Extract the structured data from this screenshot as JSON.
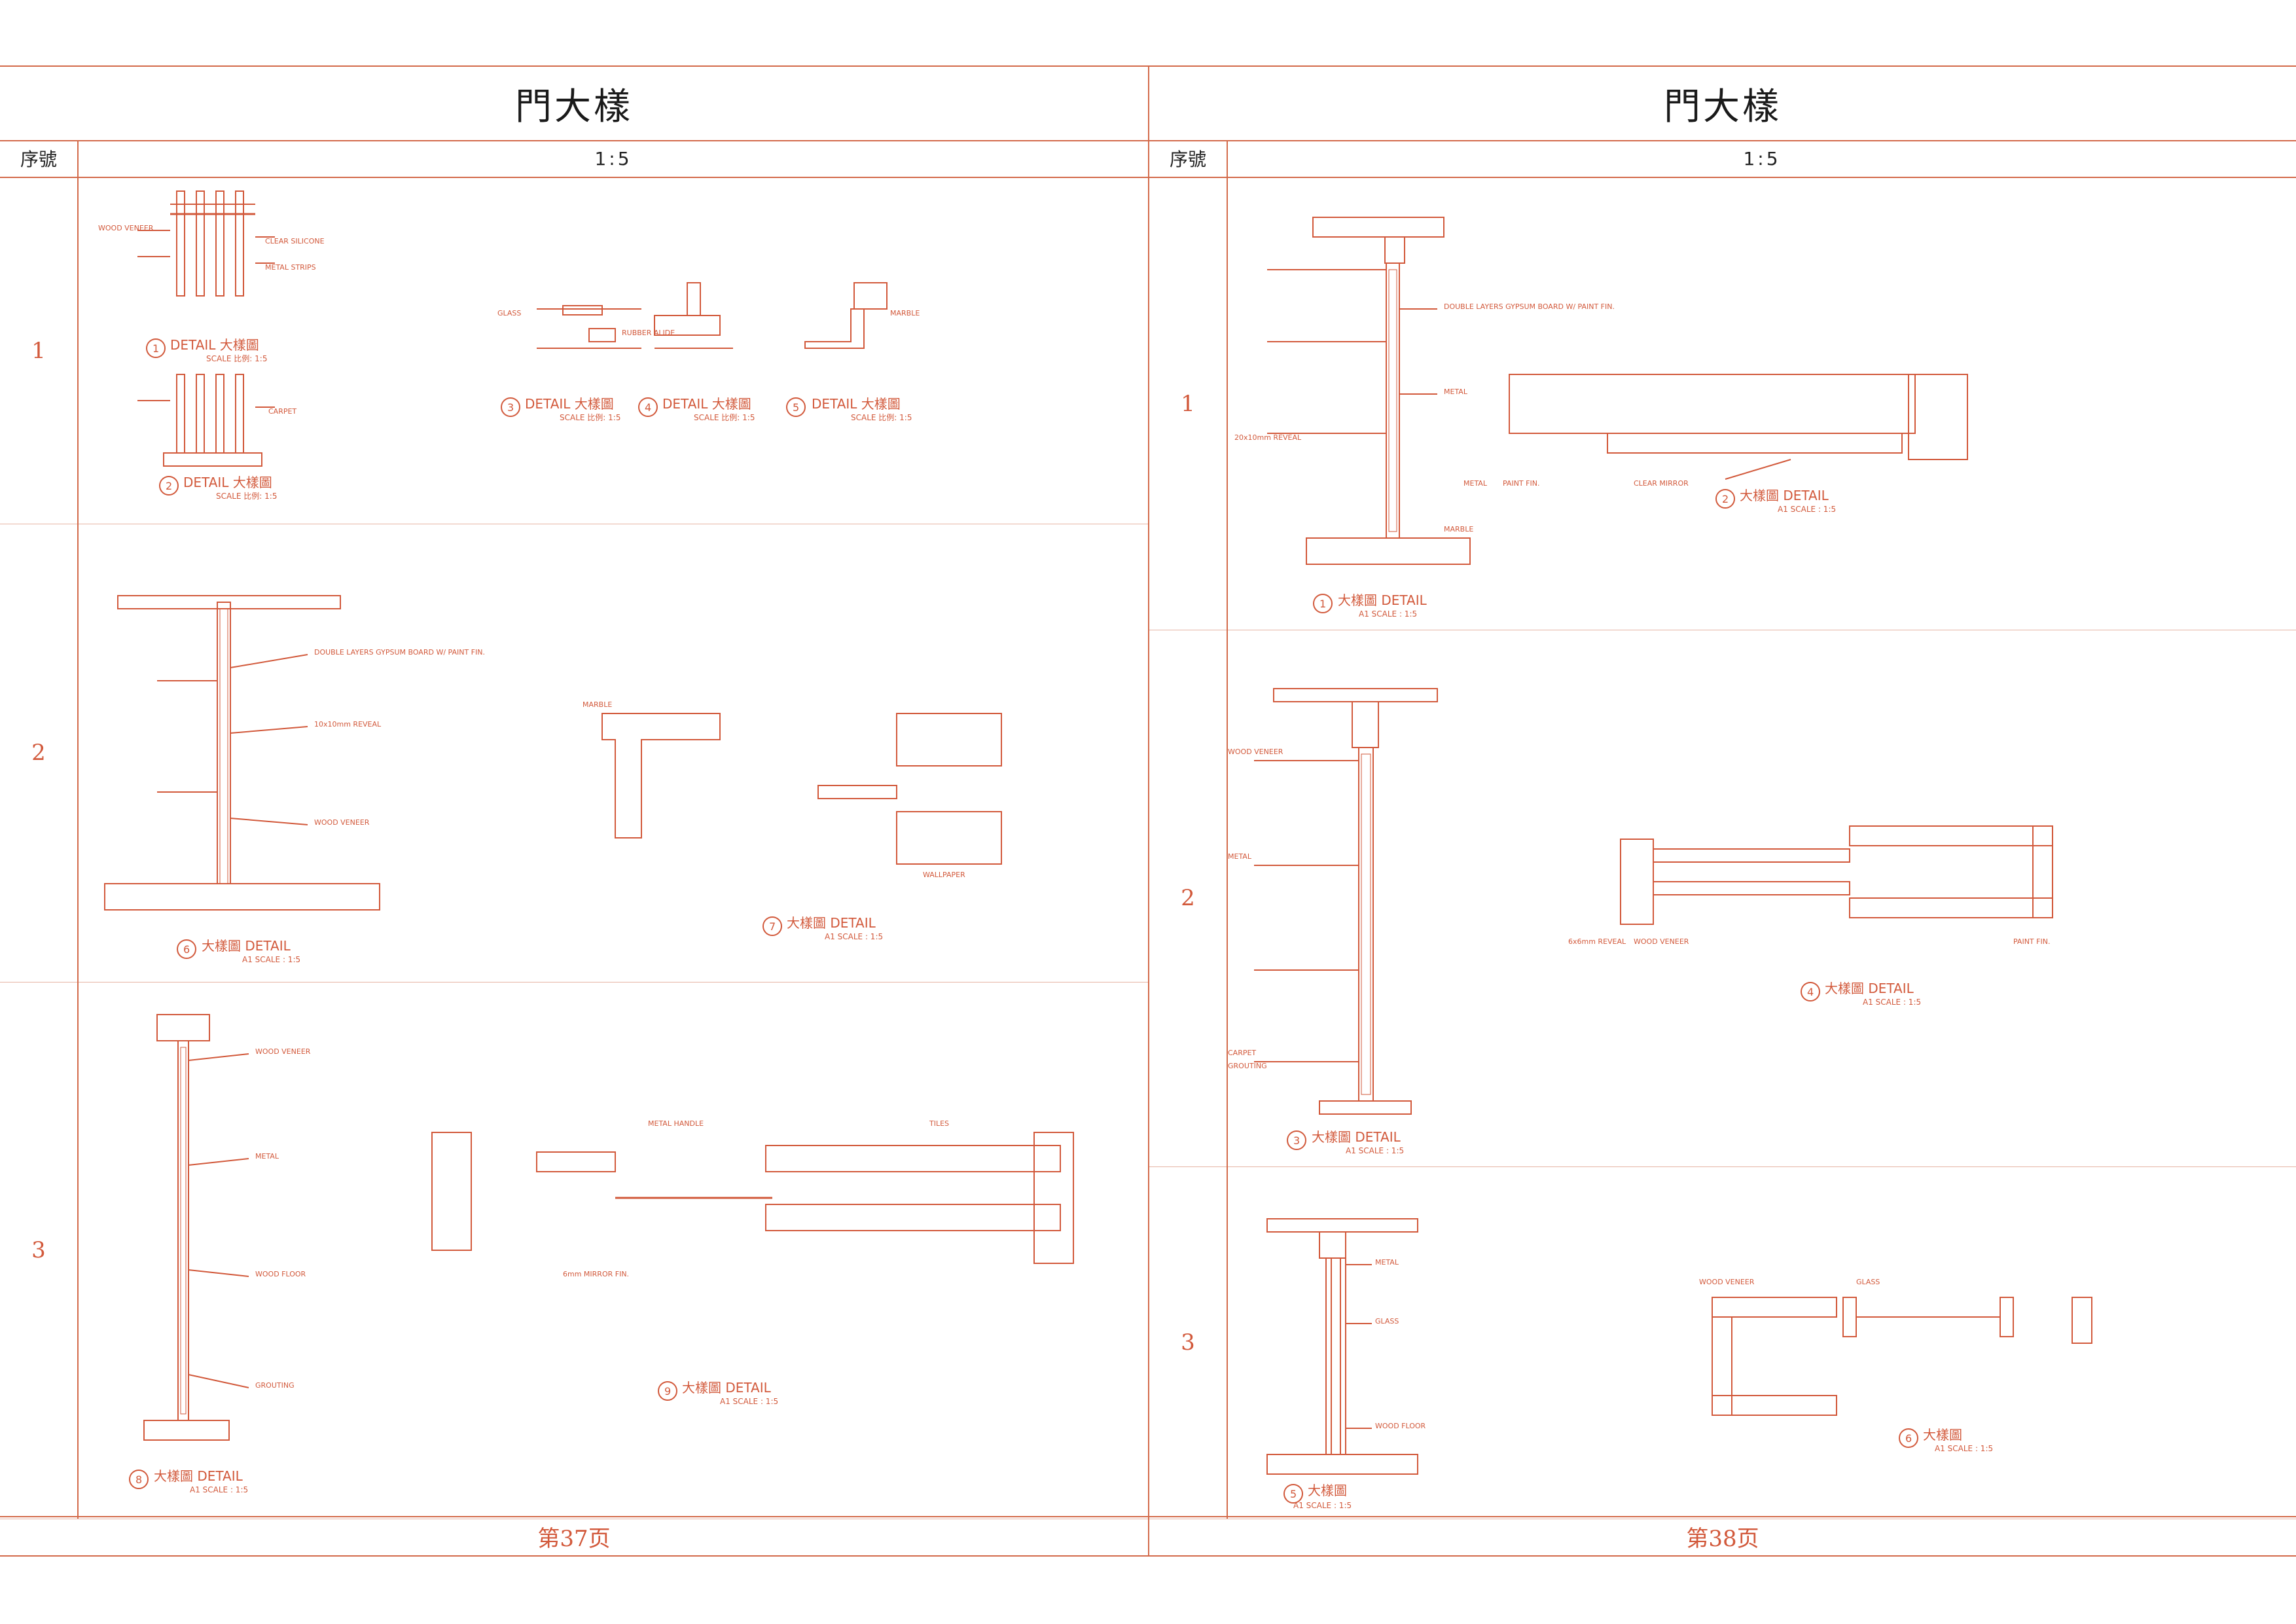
{
  "pages": [
    {
      "title": "門大樣",
      "seq_label": "序號",
      "scale": "1:5",
      "footer": "第37页",
      "rows": [
        {
          "num": "1",
          "details": [
            {
              "id": "detail-1",
              "n": "1",
              "title": "DETAIL 大樣圖",
              "scale": "SCALE 比例: 1:5"
            },
            {
              "id": "detail-2",
              "n": "2",
              "title": "DETAIL 大樣圖",
              "scale": "SCALE 比例: 1:5"
            },
            {
              "id": "detail-3",
              "n": "3",
              "title": "DETAIL 大樣圖",
              "scale": "SCALE 比例: 1:5"
            },
            {
              "id": "detail-4",
              "n": "4",
              "title": "DETAIL 大樣圖",
              "scale": "SCALE 比例: 1:5"
            },
            {
              "id": "detail-5",
              "n": "5",
              "title": "DETAIL 大樣圖",
              "scale": "SCALE 比例: 1:5"
            }
          ]
        },
        {
          "num": "2",
          "details": [
            {
              "id": "detail-6",
              "n": "6",
              "title": "大樣圖 DETAIL",
              "scale": "A1 SCALE : 1:5"
            },
            {
              "id": "detail-7",
              "n": "7",
              "title": "大樣圖 DETAIL",
              "scale": "A1 SCALE : 1:5"
            }
          ]
        },
        {
          "num": "3",
          "details": [
            {
              "id": "detail-8",
              "n": "8",
              "title": "大樣圖 DETAIL",
              "scale": "A1 SCALE : 1:5"
            },
            {
              "id": "detail-9",
              "n": "9",
              "title": "大樣圖 DETAIL",
              "scale": "A1 SCALE : 1:5"
            }
          ]
        }
      ],
      "labels": {
        "wood_veneer": "WOOD VENEER",
        "clear_silicone": "CLEAR SILICONE",
        "glass": "GLASS",
        "metal_strips": "METAL STRIPS",
        "marble": "MARBLE",
        "metal": "METAL",
        "wallpaper": "WALLPAPER",
        "metal_handle": "METAL HANDLE",
        "gypsum": "DOUBLE LAYERS GYPSUM BOARD W/ PAINT FIN.",
        "reveal": "10x10mm REVEAL",
        "wood_floor": "WOOD FLOOR",
        "grouting": "GROUTING",
        "carpet": "CARPET",
        "rubber": "RUBBER ALIDE",
        "tiles": "TILES",
        "mirror": "6mm MIRROR FIN."
      }
    },
    {
      "title": "門大樣",
      "seq_label": "序號",
      "scale": "1:5",
      "footer": "第38页",
      "rows": [
        {
          "num": "1",
          "details": [
            {
              "id": "detail-r1",
              "n": "1",
              "title": "大樣圖 DETAIL",
              "scale": "A1 SCALE : 1:5"
            },
            {
              "id": "detail-r2",
              "n": "2",
              "title": "大樣圖 DETAIL",
              "scale": "A1 SCALE : 1:5"
            }
          ]
        },
        {
          "num": "2",
          "details": [
            {
              "id": "detail-r3",
              "n": "3",
              "title": "大樣圖 DETAIL",
              "scale": "A1 SCALE : 1:5"
            },
            {
              "id": "detail-r4",
              "n": "4",
              "title": "大樣圖 DETAIL",
              "scale": "A1 SCALE : 1:5"
            }
          ]
        },
        {
          "num": "3",
          "details": [
            {
              "id": "detail-r5",
              "n": "5",
              "title": "大樣圖",
              "scale": "A1 SCALE : 1:5"
            },
            {
              "id": "detail-r6",
              "n": "6",
              "title": "大樣圖",
              "scale": "A1 SCALE : 1:5"
            }
          ]
        }
      ],
      "labels": {
        "wood_veneer": "WOOD VENEER",
        "metal": "METAL",
        "marble": "MARBLE",
        "paint": "PAINT FIN.",
        "glass": "GLASS",
        "carpet": "CARPET",
        "grouting": "GROUTING",
        "reveal": "20x10mm REVEAL",
        "gypsum": "DOUBLE LAYERS GYPSUM BOARD W/ PAINT FIN.",
        "wood_floor": "WOOD FLOOR",
        "clear_mirror": "CLEAR MIRROR",
        "reveal6": "6x6mm REVEAL"
      }
    }
  ]
}
